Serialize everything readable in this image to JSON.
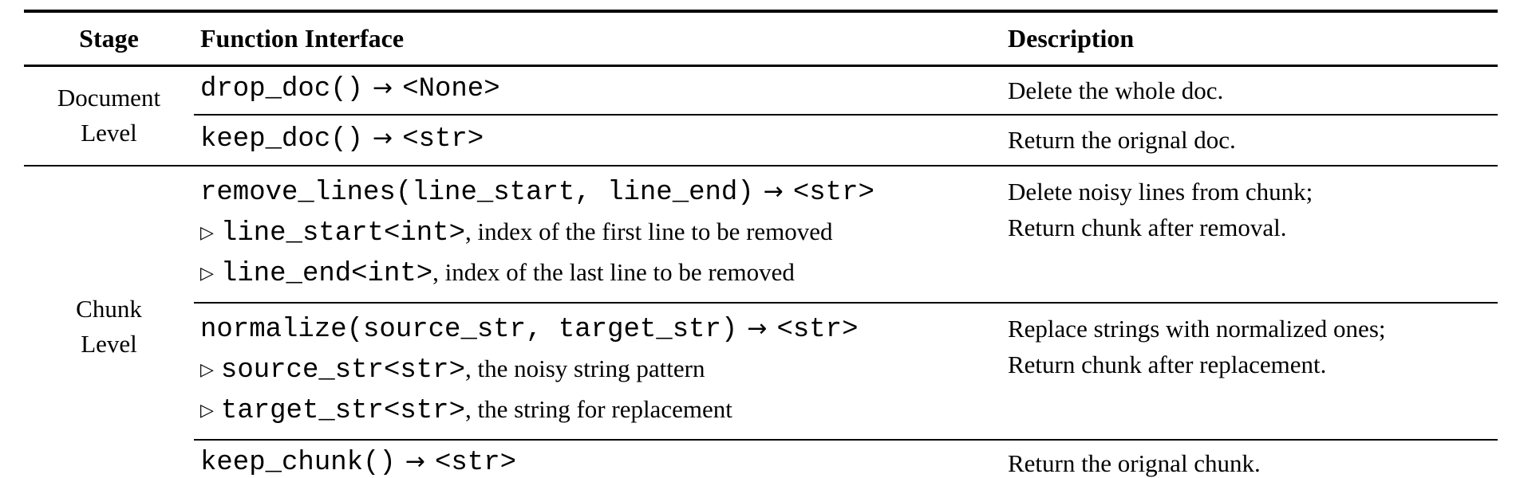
{
  "colors": {
    "background": "#ffffff",
    "text": "#000000",
    "rule": "#000000"
  },
  "glyphs": {
    "arrow": "→",
    "bullet": "▷"
  },
  "table": {
    "headers": {
      "stage": "Stage",
      "function": "Function Interface",
      "description": "Description"
    },
    "stages": {
      "document": [
        "Document",
        "Level"
      ],
      "chunk": [
        "Chunk",
        "Level"
      ]
    },
    "rows": [
      {
        "id": "drop_doc",
        "signature": "drop_doc()",
        "returns": "<None>",
        "params": [],
        "description": [
          "Delete the whole doc."
        ]
      },
      {
        "id": "keep_doc",
        "signature": "keep_doc()",
        "returns": "<str>",
        "params": [],
        "description": [
          "Return the orignal doc."
        ]
      },
      {
        "id": "remove_lines",
        "signature": "remove_lines(line_start, line_end)",
        "returns": "<str>",
        "params": [
          {
            "code": "line_start<int>",
            "text": ", index of the first line to be removed"
          },
          {
            "code": "line_end<int>",
            "text": ", index of the last line to be removed"
          }
        ],
        "description": [
          "Delete noisy lines from chunk;",
          "Return chunk after removal."
        ]
      },
      {
        "id": "normalize",
        "signature": "normalize(source_str, target_str)",
        "returns": "<str>",
        "params": [
          {
            "code": "source_str<str>",
            "text": ", the noisy string pattern"
          },
          {
            "code": "target_str<str>",
            "text": ", the string for replacement"
          }
        ],
        "description": [
          "Replace strings with normalized ones;",
          "Return chunk after replacement."
        ]
      },
      {
        "id": "keep_chunk",
        "signature": "keep_chunk()",
        "returns": "<str>",
        "params": [],
        "description": [
          "Return the orignal chunk."
        ]
      }
    ]
  }
}
